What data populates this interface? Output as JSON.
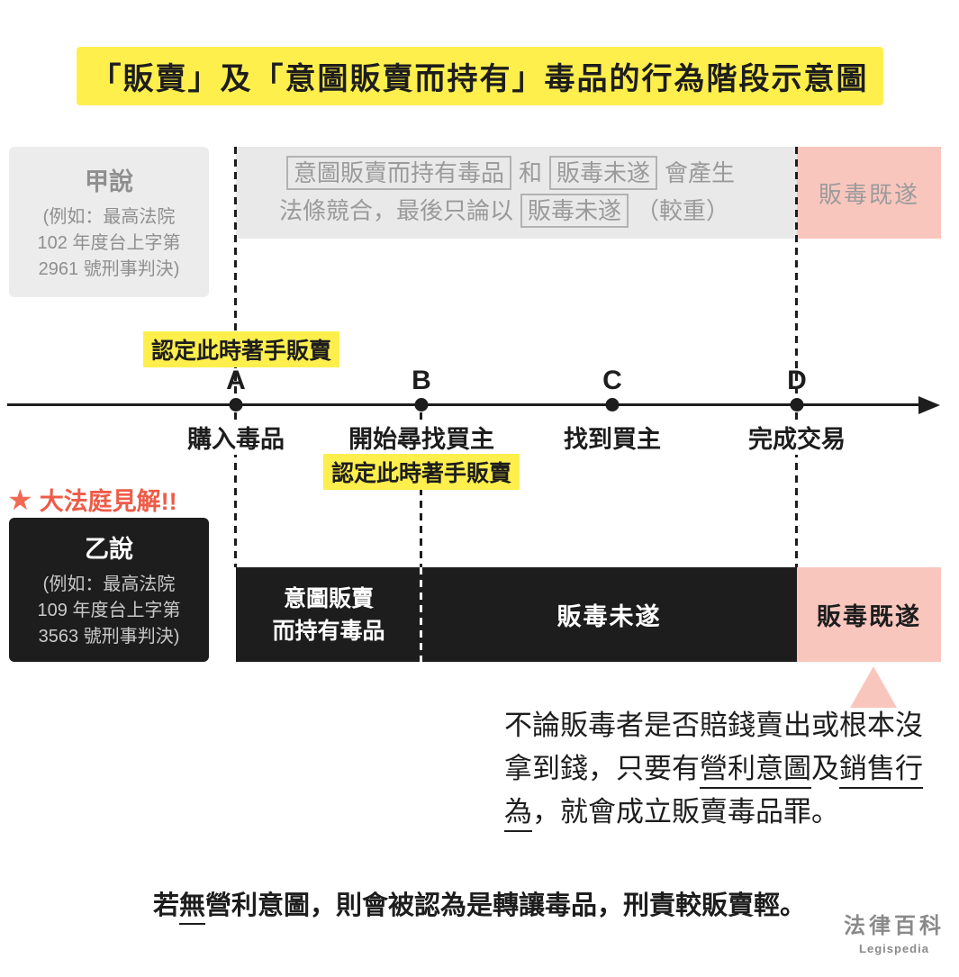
{
  "title": "「販賣」及「意圖販賣而持有」毒品的行為階段示意圖",
  "theory_a": {
    "name": "甲說",
    "source": {
      "l1": "(例如：最高法院",
      "l2": "102 年度台上字第",
      "l3": "2961 號刑事判決)"
    },
    "band": {
      "seg1": "意圖販賣而持有毒品",
      "seg2": "和",
      "seg3": "販毒未遂",
      "seg4": "會產生",
      "seg5": "法條競合，最後只論以",
      "seg6": "販毒未遂",
      "seg7": "（較重）"
    },
    "completed": "販毒既遂"
  },
  "annotation_a": "認定此時著手販賣",
  "annotation_b": "認定此時著手販賣",
  "timeline": {
    "points": [
      {
        "letter": "A",
        "label": "購入毒品"
      },
      {
        "letter": "B",
        "label": "開始尋找買主"
      },
      {
        "letter": "C",
        "label": "找到買主"
      },
      {
        "letter": "D",
        "label": "完成交易"
      }
    ]
  },
  "grand_chamber": {
    "star": "★",
    "label": "大法庭見解!!"
  },
  "theory_b": {
    "name": "乙說",
    "source": {
      "l1": "(例如：最高法院",
      "l2": "109 年度台上字第",
      "l3": "3563 號刑事判決)"
    },
    "stage1_l1": "意圖販賣",
    "stage1_l2": "而持有毒品",
    "stage2": "販毒未遂",
    "completed": "販毒既遂"
  },
  "bubble": {
    "line1": "不論販毒者是否賠錢賣出或根本沒",
    "line2_pre": "拿到錢，只要有",
    "line2_u1": "營利意圖",
    "line2_mid": "及",
    "line2_u2": "銷售行",
    "line3_u": "為",
    "line3_rest": "，就會成立販賣毒品罪。"
  },
  "footer": {
    "pre": "若",
    "underlined": "無",
    "rest": "營利意圖，則會被認為是轉讓毒品，刑責較販賣輕。"
  },
  "logo": {
    "name": "法律百科",
    "sub": "Legispedia"
  },
  "colors": {
    "yellow": "#FFEF4D",
    "pink": "#F9C6BE",
    "gray_band": "#E9E9E9",
    "gray_text": "#9A9A9A",
    "black": "#1D1D1D",
    "red": "#EE5B47"
  }
}
